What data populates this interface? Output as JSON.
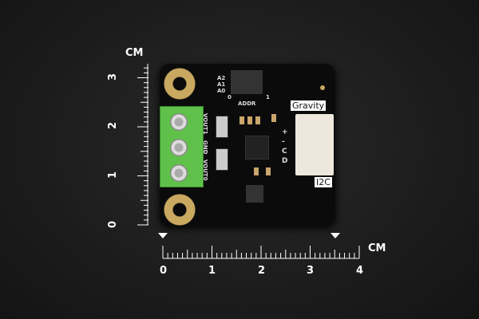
{
  "rulers": {
    "unit_label": "CM",
    "vertical_labels": [
      "3",
      "2",
      "1",
      "0"
    ],
    "horizontal_labels": [
      "0",
      "1",
      "2",
      "3",
      "4"
    ]
  },
  "board": {
    "addr_label": "ADDR",
    "addr_pins": [
      "A2",
      "A1",
      "A0"
    ],
    "switch_values": [
      "0",
      "1"
    ],
    "terminal_labels": [
      "VOUT1",
      "GND",
      "VOUT0"
    ],
    "gravity_label": "Gravity",
    "i2c_label": "I2C",
    "power_labels": [
      "+",
      "-",
      "C",
      "D"
    ]
  },
  "colors": {
    "board": "#0b0b0b",
    "terminal": "#5fc14a",
    "gold": "#c9a860",
    "background": "#1d1d1d"
  }
}
